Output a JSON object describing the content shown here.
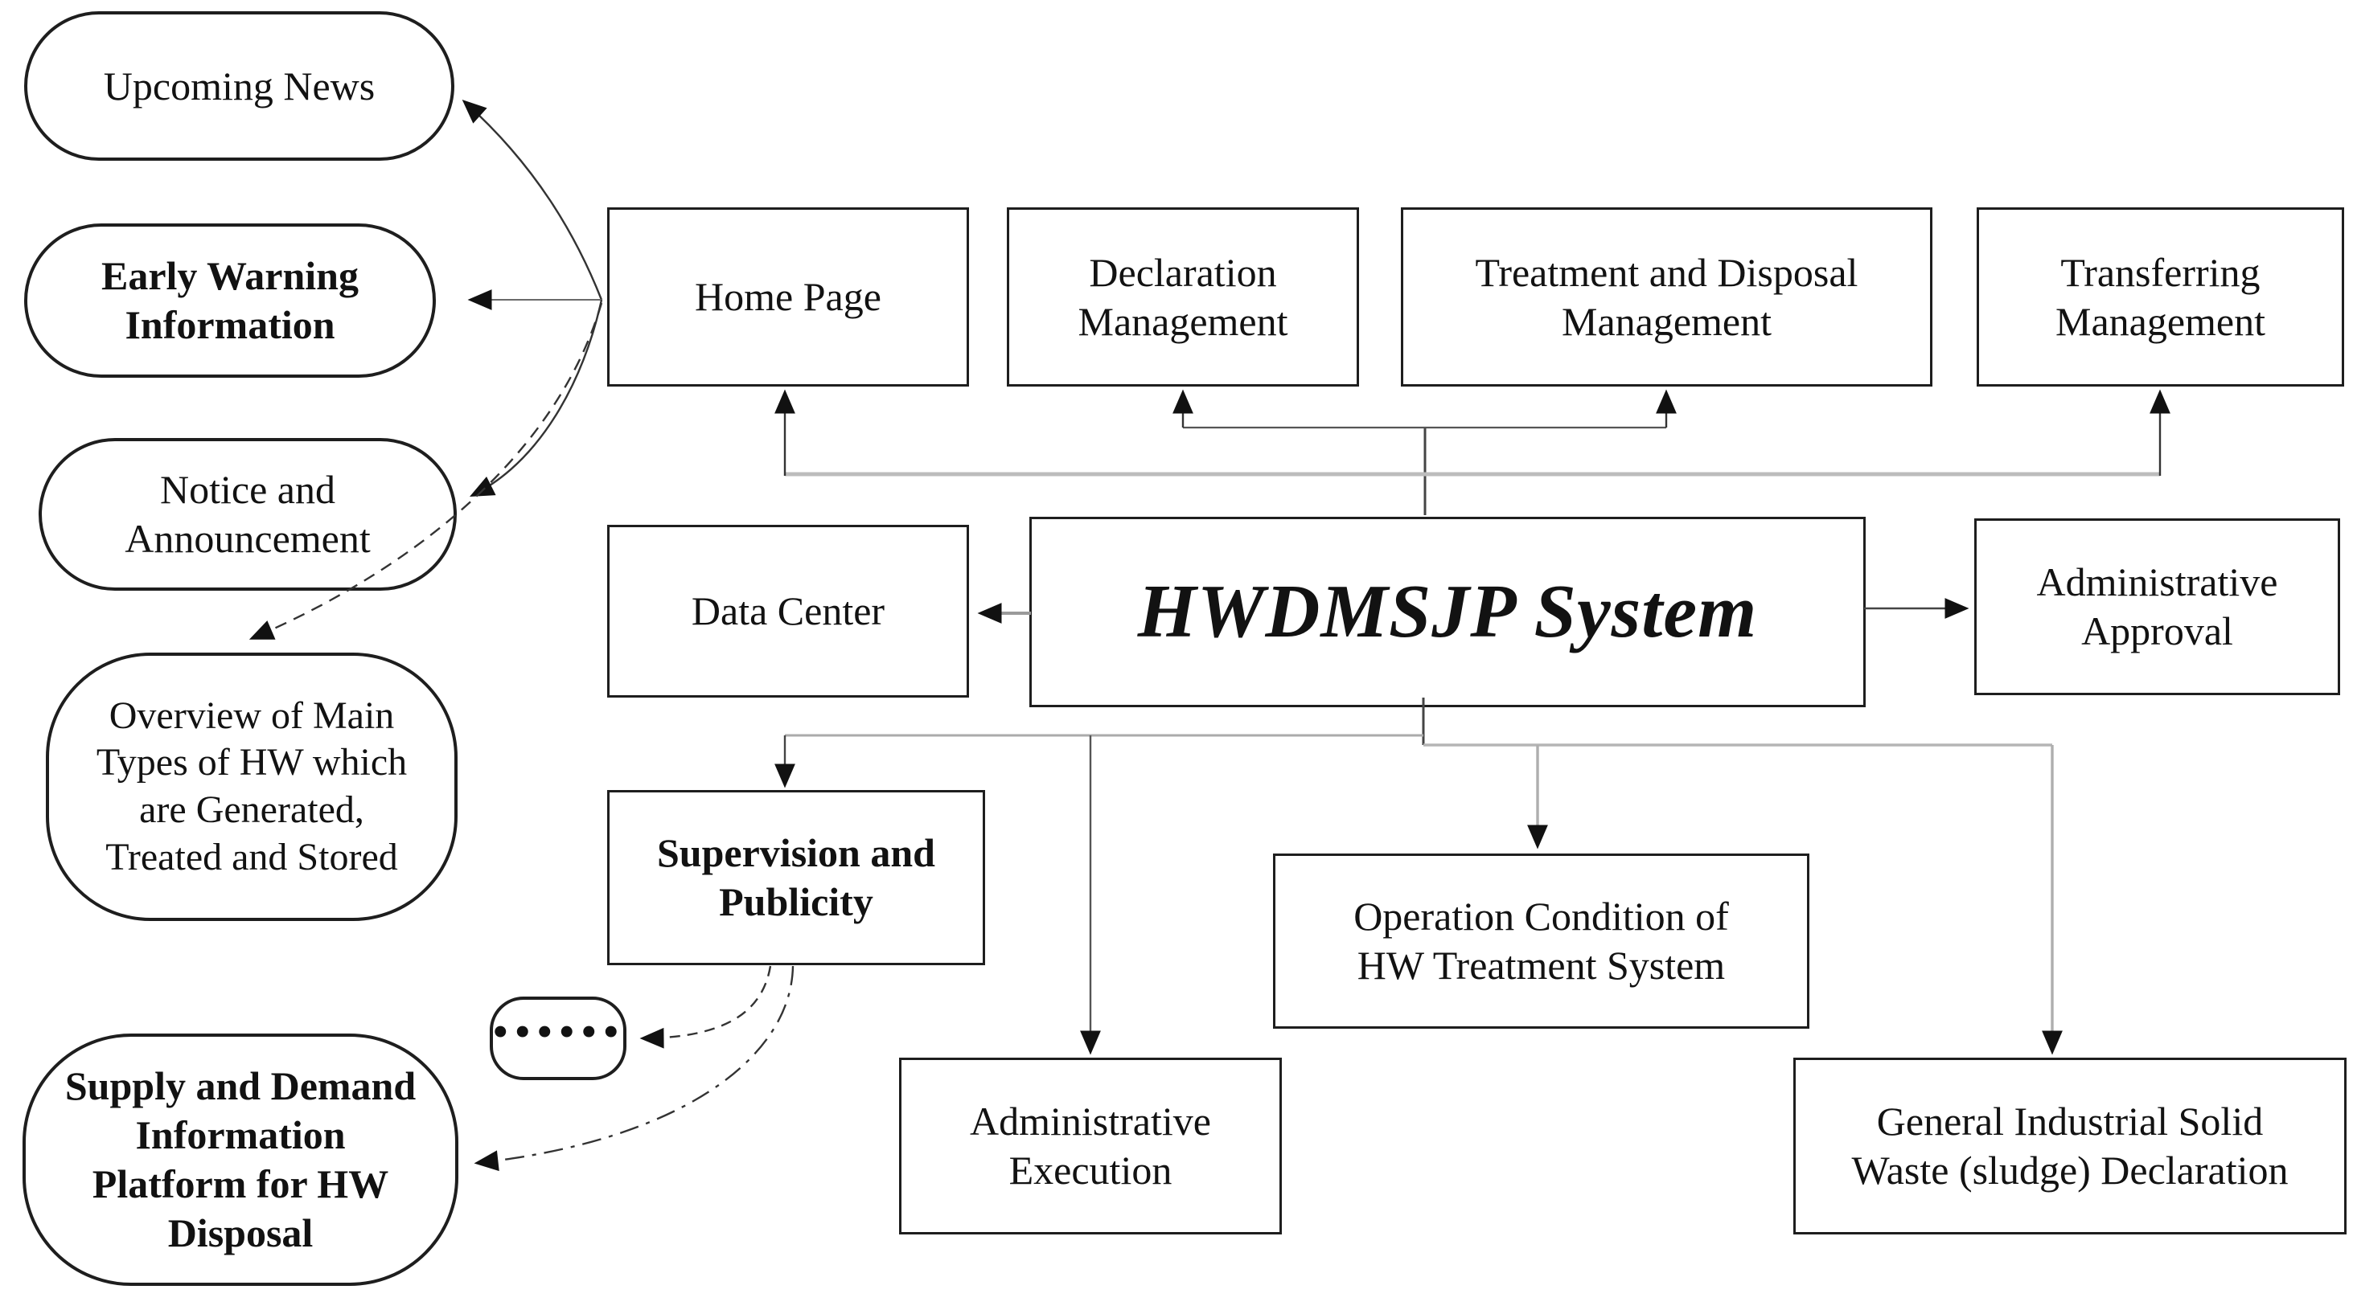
{
  "diagram": {
    "description": "Functional structure flowchart of the HWDMSJP System",
    "root_label": "HWDMSJP System"
  },
  "colors": {
    "background": "#ffffff",
    "box_border": "#1e1e1e",
    "text": "#121212",
    "line_dark": "#3c3c3c",
    "line_light": "#b9b9b9",
    "arrowhead": "#111111"
  },
  "nodes": {
    "upcoming_news": {
      "label": "Upcoming News"
    },
    "early_warning": {
      "label": "Early Warning\nInformation"
    },
    "notice": {
      "label": "Notice and\nAnnouncement"
    },
    "overview": {
      "label": "Overview of Main\nTypes of HW which\nare  Generated,\nTreated and Stored"
    },
    "supply_demand": {
      "label": "Supply and Demand\nInformation\nPlatform for HW\nDisposal"
    },
    "ellipsis": {
      "label": "......"
    },
    "home_page": {
      "label": "Home Page"
    },
    "declaration": {
      "label": "Declaration\nManagement"
    },
    "treatment": {
      "label": "Treatment and Disposal\nManagement"
    },
    "transferring": {
      "label": "Transferring\nManagement"
    },
    "data_center": {
      "label": "Data Center"
    },
    "system": {
      "label": "HWDMSJP System"
    },
    "approval": {
      "label": "Administrative\nApproval"
    },
    "supervision": {
      "label": "Supervision and\nPublicity"
    },
    "operation": {
      "label": "Operation Condition of\nHW Treatment System"
    },
    "execution": {
      "label": "Administrative\nExecution"
    },
    "general_waste": {
      "label": "General Industrial Solid\nWaste (sludge) Declaration"
    }
  },
  "edges": [
    {
      "from": "system",
      "to": "home_page"
    },
    {
      "from": "system",
      "to": "declaration"
    },
    {
      "from": "system",
      "to": "treatment"
    },
    {
      "from": "system",
      "to": "transferring"
    },
    {
      "from": "system",
      "to": "data_center"
    },
    {
      "from": "system",
      "to": "approval"
    },
    {
      "from": "system",
      "to": "supervision"
    },
    {
      "from": "system",
      "to": "execution"
    },
    {
      "from": "system",
      "to": "operation"
    },
    {
      "from": "system",
      "to": "general_waste"
    },
    {
      "from": "home_page",
      "to": "upcoming_news",
      "style": "curved"
    },
    {
      "from": "home_page",
      "to": "early_warning",
      "style": "curved"
    },
    {
      "from": "home_page",
      "to": "notice",
      "style": "curved"
    },
    {
      "from": "home_page",
      "to": "overview",
      "style": "dashed-curved"
    },
    {
      "from": "supervision",
      "to": "ellipsis",
      "style": "dashed-curved"
    },
    {
      "from": "supervision",
      "to": "supply_demand",
      "style": "dash-dot-curved"
    }
  ]
}
